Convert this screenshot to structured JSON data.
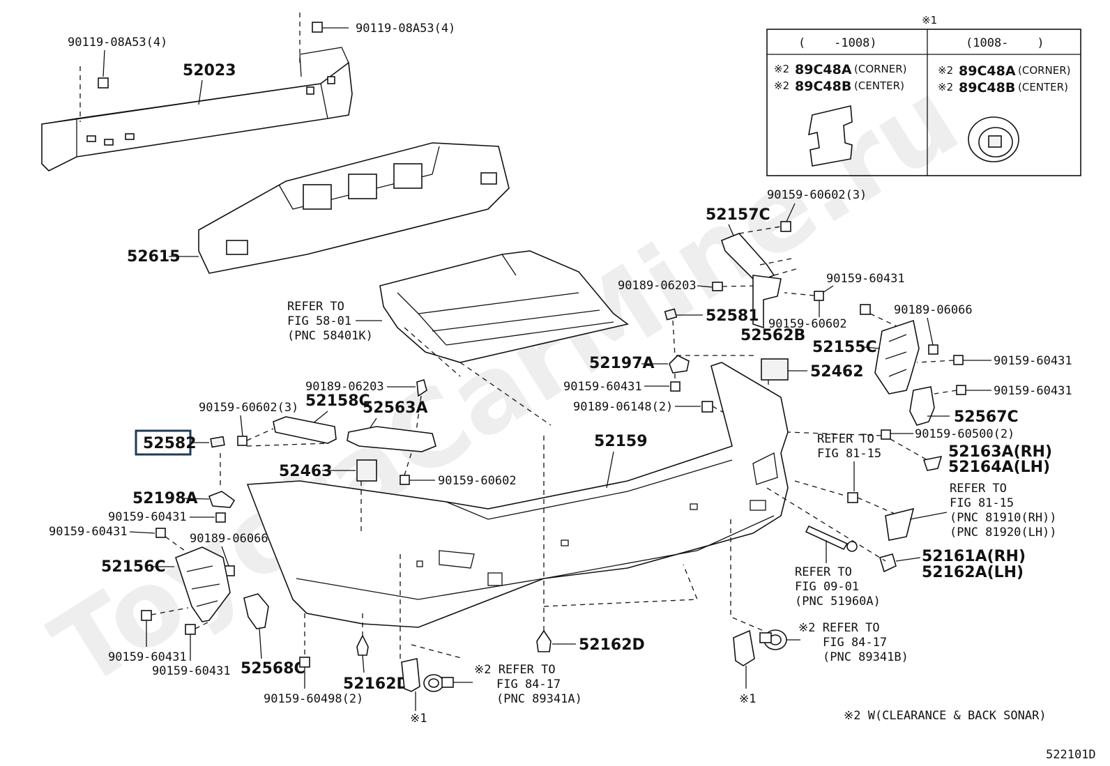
{
  "watermark": "ToyotaCarMine.ru",
  "diagram_code": "522101D",
  "footnote": "※2 W(CLEARANCE & BACK SONAR)",
  "variant_table": {
    "marker": "※1",
    "left_header": "(    -1008)",
    "right_header": "(1008-    )",
    "left_rows": [
      {
        "mark": "※2",
        "part": "89C48A",
        "desc": "(CORNER)"
      },
      {
        "mark": "※2",
        "part": "89C48B",
        "desc": "(CENTER)"
      }
    ],
    "right_rows": [
      {
        "mark": "※2",
        "part": "89C48A",
        "desc": "(CORNER)"
      },
      {
        "mark": "※2",
        "part": "89C48B",
        "desc": "(CENTER)"
      }
    ]
  },
  "labels": {
    "l52023": "52023",
    "l52615": "52615",
    "l90119a": "90119-08A53(4)",
    "l90119b": "90119-08A53(4)",
    "refer5801_1": "REFER TO",
    "refer5801_2": "FIG 58-01",
    "refer5801_3": "(PNC 58401K)",
    "l90159_60602_3a": "90159-60602(3)",
    "l52157C": "52157C",
    "l90189_06203a": "90189-06203",
    "l90159_60431a": "90159-60431",
    "l52581": "52581",
    "l90159_60602a": "90159-60602",
    "l52562B": "52562B",
    "l90189_06066a": "90189-06066",
    "l52155C": "52155C",
    "l90159_60431b": "90159-60431",
    "l90159_60431c": "90159-60431",
    "l52567C": "52567C",
    "l52197A": "52197A",
    "l52462": "52462",
    "l90159_60431d": "90159-60431",
    "l90189_06148": "90189-06148(2)",
    "l90189_06203b": "90189-06203",
    "l90159_60602_3b": "90159-60602(3)",
    "l52158C": "52158C",
    "l52563A": "52563A",
    "l52582": "52582",
    "l52159": "52159",
    "l90159_60500": "90159-60500(2)",
    "refer8115a_1": "REFER TO",
    "refer8115a_2": "FIG 81-15",
    "l52163A": "52163A(RH)",
    "l52164A": "52164A(LH)",
    "l52463": "52463",
    "l90159_60602b": "90159-60602",
    "l52198A": "52198A",
    "refer8115b_1": "REFER TO",
    "refer8115b_2": "FIG 81-15",
    "refer8115b_3": "(PNC 81910(RH))",
    "refer8115b_4": "(PNC 81920(LH))",
    "l90159_60431e": "90159-60431",
    "l90159_60431f": "90159-60431",
    "l90189_06066b": "90189-06066",
    "l52161A": "52161A(RH)",
    "l52162A": "52162A(LH)",
    "l52156C": "52156C",
    "refer0901_1": "REFER TO",
    "refer0901_2": "FIG 09-01",
    "refer0901_3": "(PNC 51960A)",
    "l52162D_a": "52162D",
    "refer8417a_1": "※2 REFER TO",
    "refer8417a_2": "FIG 84-17",
    "refer8417a_3": "(PNC 89341B)",
    "l90159_60431g": "90159-60431",
    "l90159_60431h": "90159-60431",
    "l52568C": "52568C",
    "l52162D_b": "52162D",
    "refer8417b_1": "※2 REFER TO",
    "refer8417b_2": "FIG 84-17",
    "refer8417b_3": "(PNC 89341A)",
    "l90159_60498": "90159-60498(2)",
    "mark_center": "※1",
    "mark_right": "※1"
  }
}
